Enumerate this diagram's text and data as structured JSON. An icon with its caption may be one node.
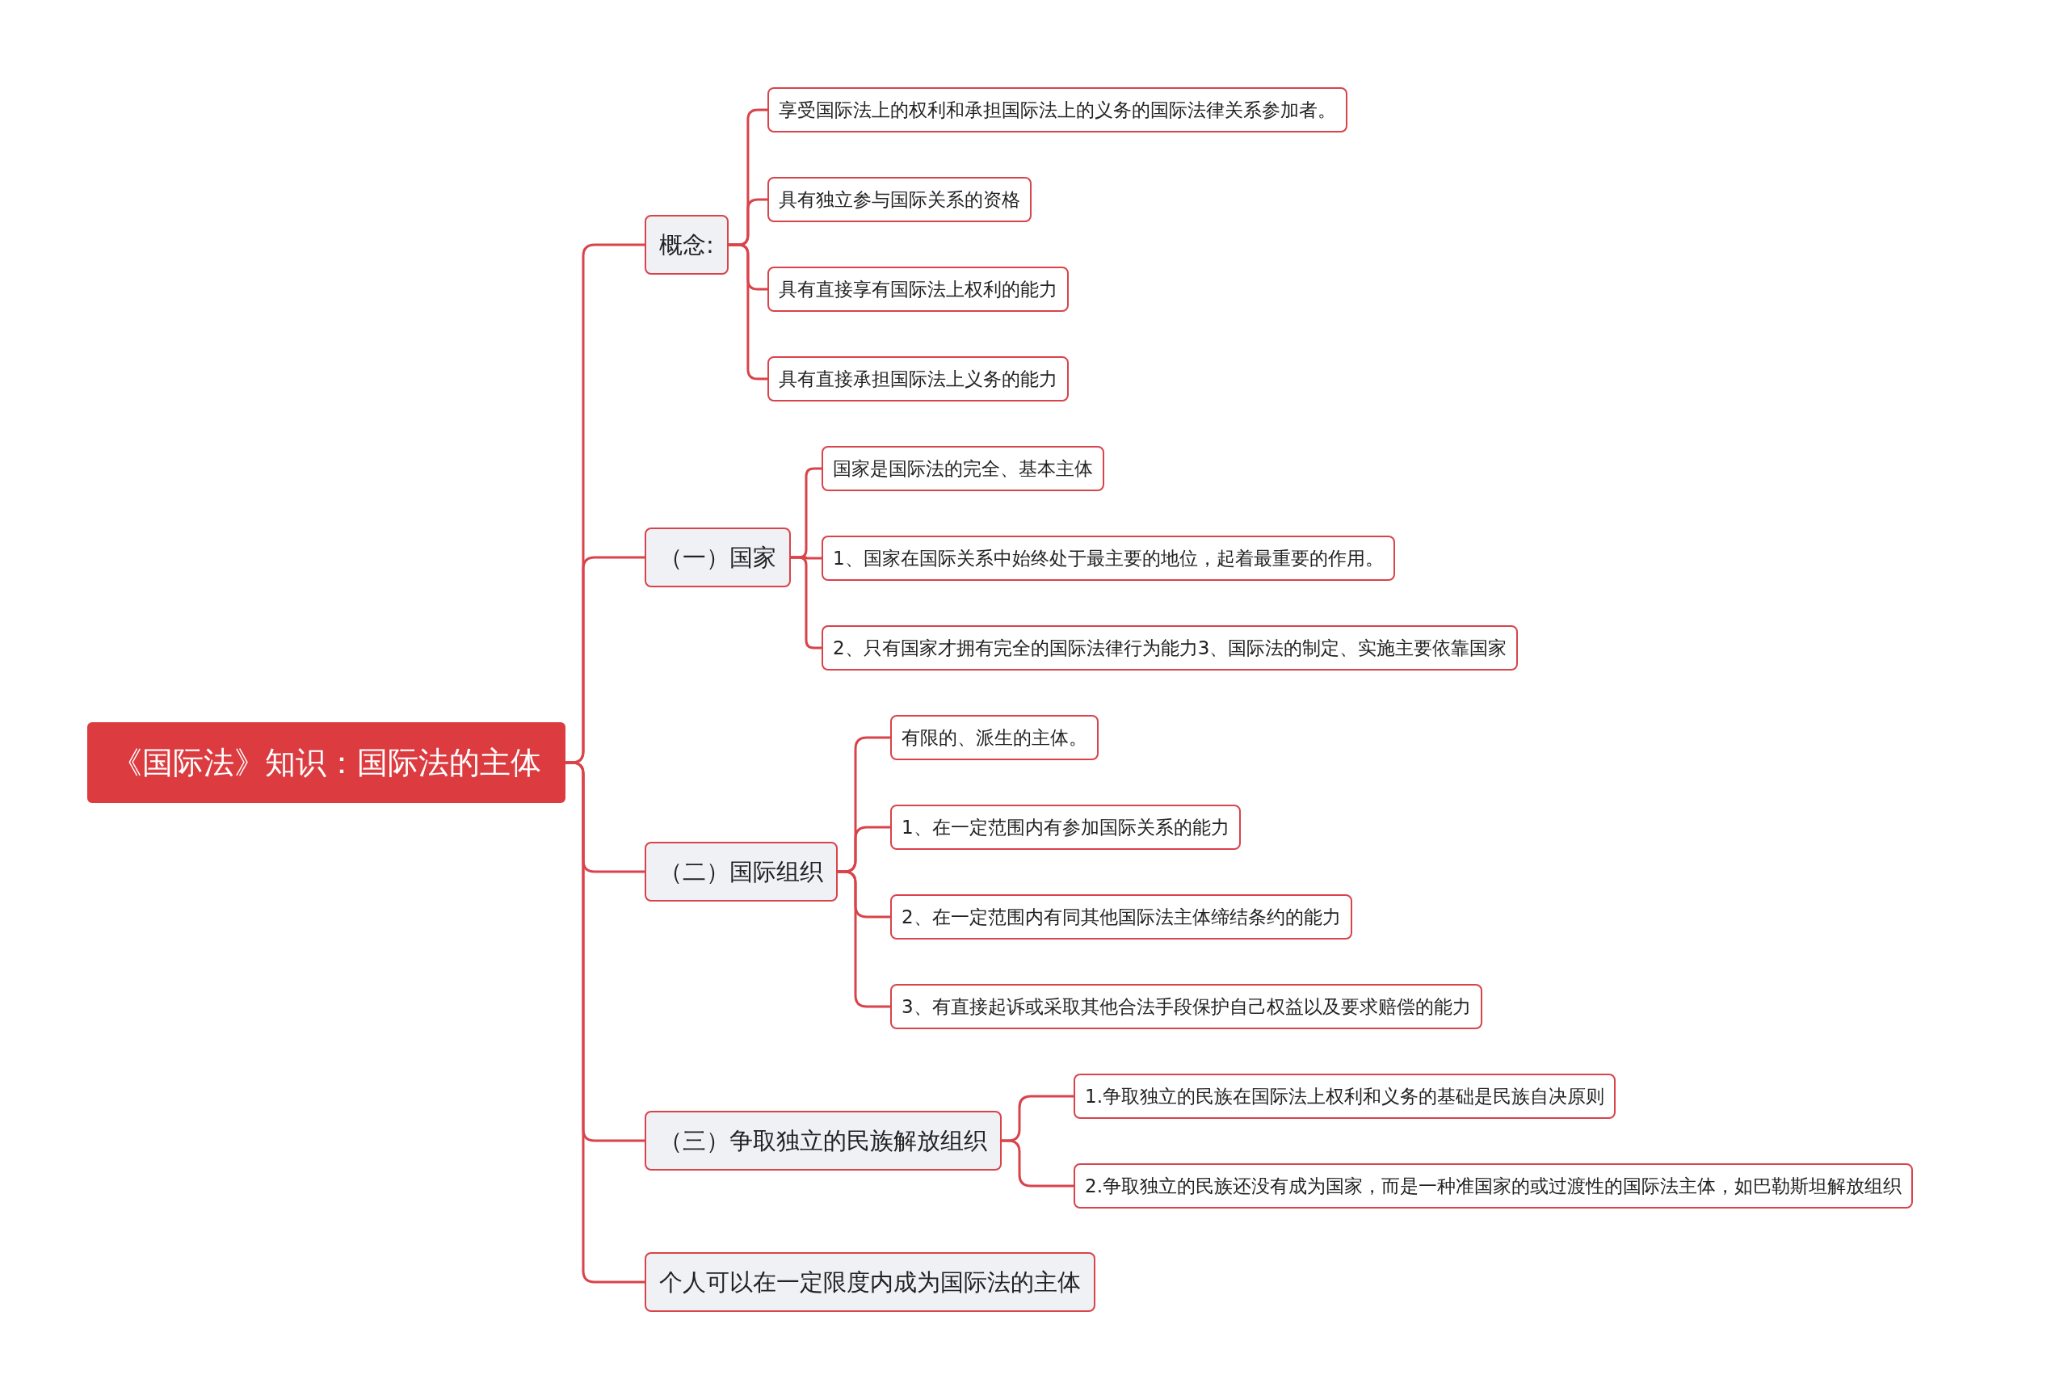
{
  "diagram": {
    "nodes": [
      {
        "text": [
          "《国际法》知识：国际法的主体"
        ]
      },
      {
        "text": [
          "概念:"
        ]
      },
      {
        "text": [
          "享受国际法上的权利和承担国际法上的义务的国际法律关系参加者。"
        ]
      },
      {
        "text": [
          "具有独立参与国际关系的资格"
        ]
      },
      {
        "text": [
          "具有直接享有国际法上权利的能力"
        ]
      },
      {
        "text": [
          "具有直接承担国际法上义务的能力"
        ]
      },
      {
        "text": [
          "（一）国家"
        ]
      },
      {
        "text": [
          "国家是国际法的完全、基本主体"
        ]
      },
      {
        "text": [
          "1、国家在国际关系中始终处于最主要的地位，起着最重要的作用。"
        ]
      },
      {
        "text": [
          "2、只有国家才拥有完全的国际法律行为能力3、国际法的制定、实施主要依靠国家"
        ]
      },
      {
        "text": [
          "（二）国际组织"
        ]
      },
      {
        "text": [
          "有限的、派生的主体。"
        ]
      },
      {
        "text": [
          "1、在一定范围内有参加国际关系的能力"
        ]
      },
      {
        "text": [
          "2、在一定范围内有同其他国际法主体缔结条约的能力"
        ]
      },
      {
        "text": [
          "3、有直接起诉或采取其他合法手段保护自己权益以及要求赔偿的能力"
        ]
      },
      {
        "text": [
          "（三）争取独立的民族解放组织"
        ]
      },
      {
        "text": [
          "1.争取独立的民族在国际法上权利和义务的基础是民族自决原则"
        ]
      },
      {
        "text": [
          "2.争取独立的民族还没有成为国家，而是一种准国家的或过渡性的国际法主体，如巴勒斯坦解放组织"
        ]
      },
      {
        "text": [
          "个人可以在一定限度内成为国际法的主体"
        ]
      }
    ],
    "edges": [
      {
        "from": 0,
        "to": 1,
        "arrow": "none"
      },
      {
        "from": 1,
        "to": 2,
        "arrow": "none"
      },
      {
        "from": 1,
        "to": 3,
        "arrow": "none"
      },
      {
        "from": 1,
        "to": 4,
        "arrow": "none"
      },
      {
        "from": 1,
        "to": 5,
        "arrow": "none"
      },
      {
        "from": 0,
        "to": 6,
        "arrow": "none"
      },
      {
        "from": 6,
        "to": 7,
        "arrow": "none"
      },
      {
        "from": 6,
        "to": 8,
        "arrow": "none"
      },
      {
        "from": 6,
        "to": 9,
        "arrow": "none"
      },
      {
        "from": 0,
        "to": 10,
        "arrow": "none"
      },
      {
        "from": 10,
        "to": 11,
        "arrow": "none"
      },
      {
        "from": 10,
        "to": 12,
        "arrow": "none"
      },
      {
        "from": 10,
        "to": 13,
        "arrow": "none"
      },
      {
        "from": 10,
        "to": 14,
        "arrow": "none"
      },
      {
        "from": 0,
        "to": 15,
        "arrow": "none"
      },
      {
        "from": 15,
        "to": 16,
        "arrow": "none"
      },
      {
        "from": 15,
        "to": 17,
        "arrow": "none"
      },
      {
        "from": 0,
        "to": 18,
        "arrow": "none"
      }
    ]
  }
}
